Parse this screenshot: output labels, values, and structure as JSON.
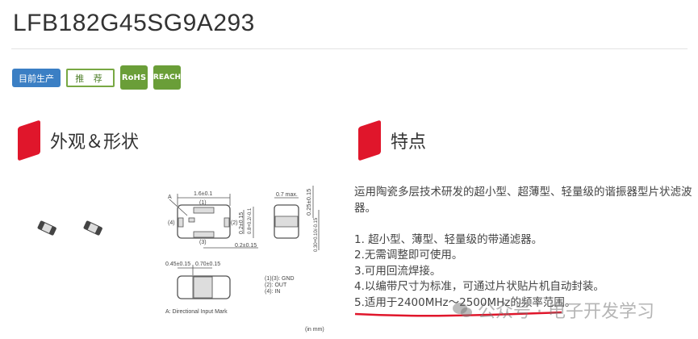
{
  "product": {
    "title": "LFB182G45SG9A293"
  },
  "badges": {
    "status": "目前生产",
    "recommend": "推 荐",
    "rohs": "RoHS",
    "reach": "REACH"
  },
  "colors": {
    "status_blue": "#3b7fc4",
    "green": "#6a9e38",
    "accent_red": "#e0162b"
  },
  "sections": {
    "appearance": "外观＆形状",
    "features": "特点"
  },
  "drawing": {
    "dim_length": "1.6±0.1",
    "dim_height": "0.7 max.",
    "mark_a": "A",
    "pin1": "(1)",
    "pin2": "(2)",
    "pin3": "(3)",
    "pin4": "(4)",
    "dim_02a": "0.2±0.15",
    "dim_08": "0.8+0.2/-0.1",
    "dim_02b": "0.2±0.15",
    "dim_025": "0.25±0.15",
    "dim_030": "0.30+0.10/-0.15",
    "dim_045": "0.45±0.15",
    "dim_070": "0.70±0.15",
    "legend": [
      "(1)(3): GND",
      "(2): OUT",
      "(4): IN"
    ],
    "note": "A: Directional Input Mark",
    "unit": "(in mm)"
  },
  "features": {
    "intro": "运用陶瓷多层技术研发的超小型、超薄型、轻量级的谐振器型片状滤波器。",
    "items": [
      "1. 超小型、薄型、轻量级的带通滤器。",
      "2.无需调整即可使用。",
      "3.可用回流焊接。",
      "4.以编带尺寸为标准，可通过片状贴片机自动封装。",
      "5.适用于2400MHz～2500MHz的频率范围。"
    ]
  },
  "watermark": "公众号 · 电子开发学习"
}
